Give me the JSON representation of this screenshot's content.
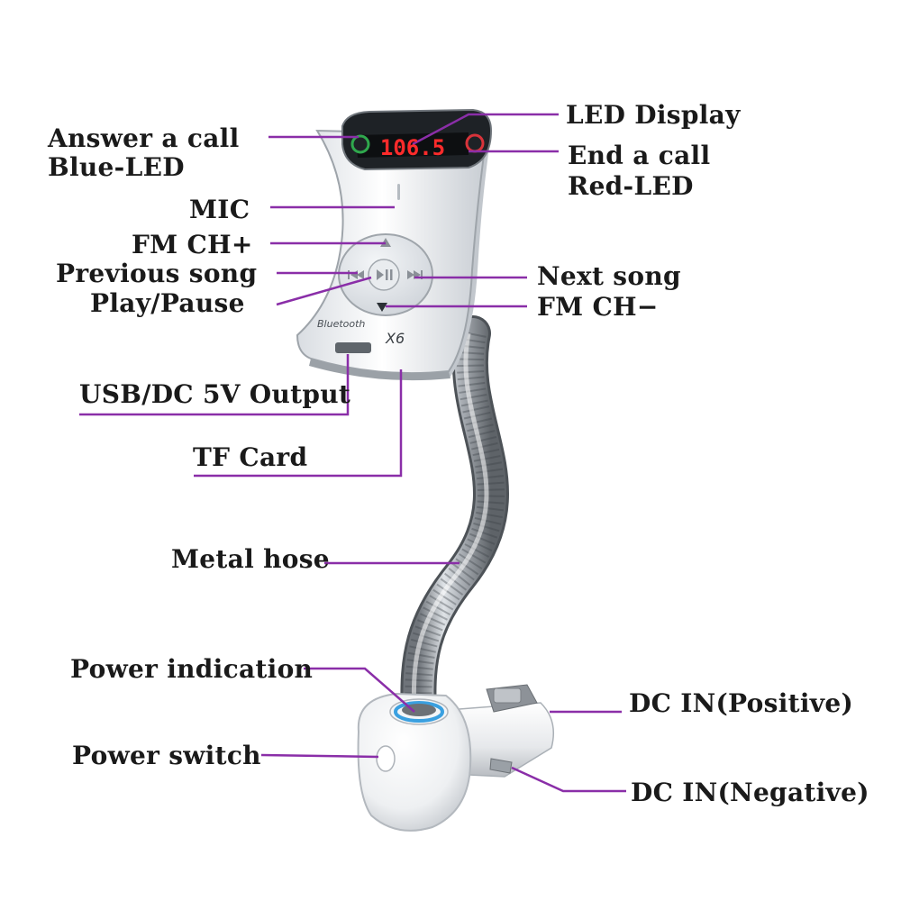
{
  "display_value": "106.5",
  "brand": "Bluetooth",
  "model": "X6",
  "leader_color": "#8a2ea8",
  "labels": {
    "answer_call": "Answer a call",
    "blue_led": "Blue-LED",
    "led_display": "LED Display",
    "end_call": "End a call",
    "red_led": "Red-LED",
    "mic": "MIC",
    "fm_ch_plus": "FM CH+",
    "previous_song": "Previous song",
    "play_pause": "Play/Pause",
    "next_song": "Next song",
    "fm_ch_minus": "FM CH−",
    "usb_output": "USB/DC 5V Output",
    "tf_card": "TF Card",
    "metal_hose": "Metal hose",
    "power_indication": "Power indication",
    "power_switch": "Power switch",
    "dc_in_positive": "DC IN(Positive)",
    "dc_in_negative": "DC IN(Negative)"
  }
}
